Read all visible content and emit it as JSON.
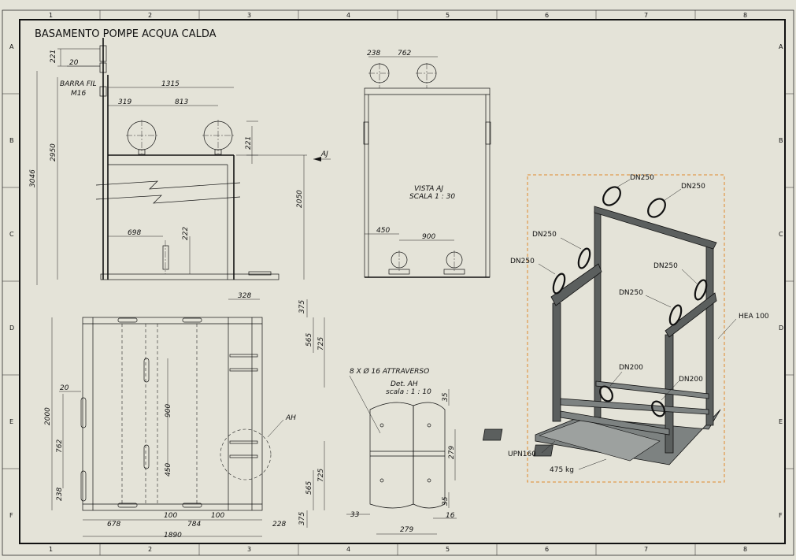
{
  "title": "BASAMENTO POMPE ACQUA CALDA",
  "zones": {
    "columns": [
      "1",
      "2",
      "3",
      "4",
      "5",
      "6",
      "7",
      "8"
    ],
    "rows": [
      "A",
      "B",
      "C",
      "D",
      "E",
      "F"
    ]
  },
  "front_view": {
    "dims": {
      "d221_top": "221",
      "d20": "20",
      "barra_fil": "BARRA FIL",
      "m16": "M16",
      "d1315": "1315",
      "d319": "319",
      "d813": "813",
      "d221_right": "221",
      "d3046": "3046",
      "d2950": "2950",
      "d2050": "2050",
      "d698": "698",
      "d222": "222"
    },
    "view_marker": "AJ"
  },
  "side_view": {
    "dims": {
      "d238": "238",
      "d762": "762",
      "d450": "450",
      "d900": "900"
    },
    "label_line1": "VISTA AJ",
    "label_line2": "SCALA 1 : 30"
  },
  "plan_view": {
    "dims": {
      "d328": "328",
      "d375a": "375",
      "d565a": "565",
      "d725a": "725",
      "d20": "20",
      "d2000": "2000",
      "d762": "762",
      "d238": "238",
      "d900": "900",
      "d450": "450",
      "d725b": "725",
      "d565b": "565",
      "d375b": "375",
      "d678": "678",
      "d100a": "100",
      "d784": "784",
      "d100b": "100",
      "d228": "228",
      "d1890": "1890"
    },
    "detail_marker": "AH"
  },
  "detail_view": {
    "holes_note": "8 X Ø 16 ATTRAVERSO",
    "label_line1": "Det. AH",
    "label_line2": "scala : 1 : 10",
    "dims": {
      "d35a": "35",
      "d279v": "279",
      "d35b": "35",
      "d33": "33",
      "d16": "16",
      "d279h": "279"
    }
  },
  "iso_view": {
    "labels": {
      "dn250_1": "DN250",
      "dn250_2": "DN250",
      "dn250_3": "DN250",
      "dn250_4": "DN250",
      "dn250_5": "DN250",
      "dn250_6": "DN250",
      "hea": "HEA 100",
      "dn200_1": "DN200",
      "dn200_2": "DN200",
      "upn": "UPN160",
      "weight": "475 kg"
    }
  }
}
